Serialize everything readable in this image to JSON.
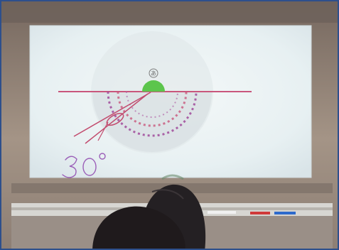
{
  "photo": {
    "subject": "projected-screen-protractor-lesson",
    "board_marker_label": "あ",
    "handwritten_angle": "30°"
  },
  "colors": {
    "border": "#2d4f8c",
    "wall": "#8c7a6b",
    "screen": "#e9f2f4",
    "line_pink": "#c9567c",
    "dot_purple": "#a04a9a",
    "green_marker": "#5cc54c",
    "hair": "#1f1a1c"
  }
}
